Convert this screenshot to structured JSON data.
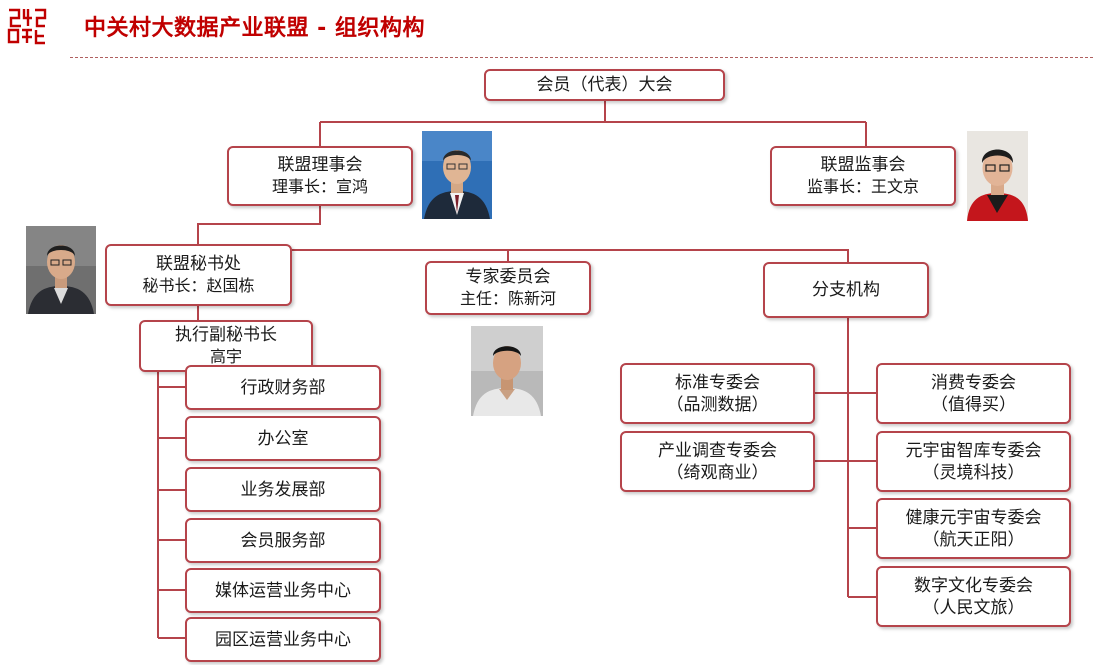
{
  "header": {
    "title": "中关村大数据产业联盟 - 组织构构",
    "logo_icon": "seal-logo-icon"
  },
  "colors": {
    "accent": "#c00000",
    "box_border": "#b5444b",
    "connector": "#b5444b"
  },
  "org": {
    "assembly": {
      "label": "会员（代表）大会"
    },
    "council": {
      "label": "联盟理事会",
      "leader": "理事长：宣鸿"
    },
    "supervisory": {
      "label": "联盟监事会",
      "leader": "监事长：王文京"
    },
    "secretariat": {
      "label": "联盟秘书处",
      "leader": "秘书长：赵国栋"
    },
    "expert_committee": {
      "label": "专家委员会",
      "leader": "主任：陈新河"
    },
    "branches": {
      "label": "分支机构"
    },
    "exec_deputy": {
      "label": "执行副秘书长",
      "leader": "高宇"
    },
    "departments": [
      {
        "label": "行政财务部"
      },
      {
        "label": "办公室"
      },
      {
        "label": "业务发展部"
      },
      {
        "label": "会员服务部"
      },
      {
        "label": "媒体运营业务中心"
      },
      {
        "label": "园区运营业务中心"
      }
    ],
    "committees_left": [
      {
        "label": "标准专委会",
        "org": "（品测数据）"
      },
      {
        "label": "产业调查专委会",
        "org": "（绮观商业）"
      }
    ],
    "committees_right": [
      {
        "label": "消费专委会",
        "org": "（值得买）"
      },
      {
        "label": "元宇宙智库专委会",
        "org": "（灵境科技）"
      },
      {
        "label": "健康元宇宙专委会",
        "org": "（航天正阳）"
      },
      {
        "label": "数字文化专委会",
        "org": "（人民文旅）"
      }
    ]
  }
}
